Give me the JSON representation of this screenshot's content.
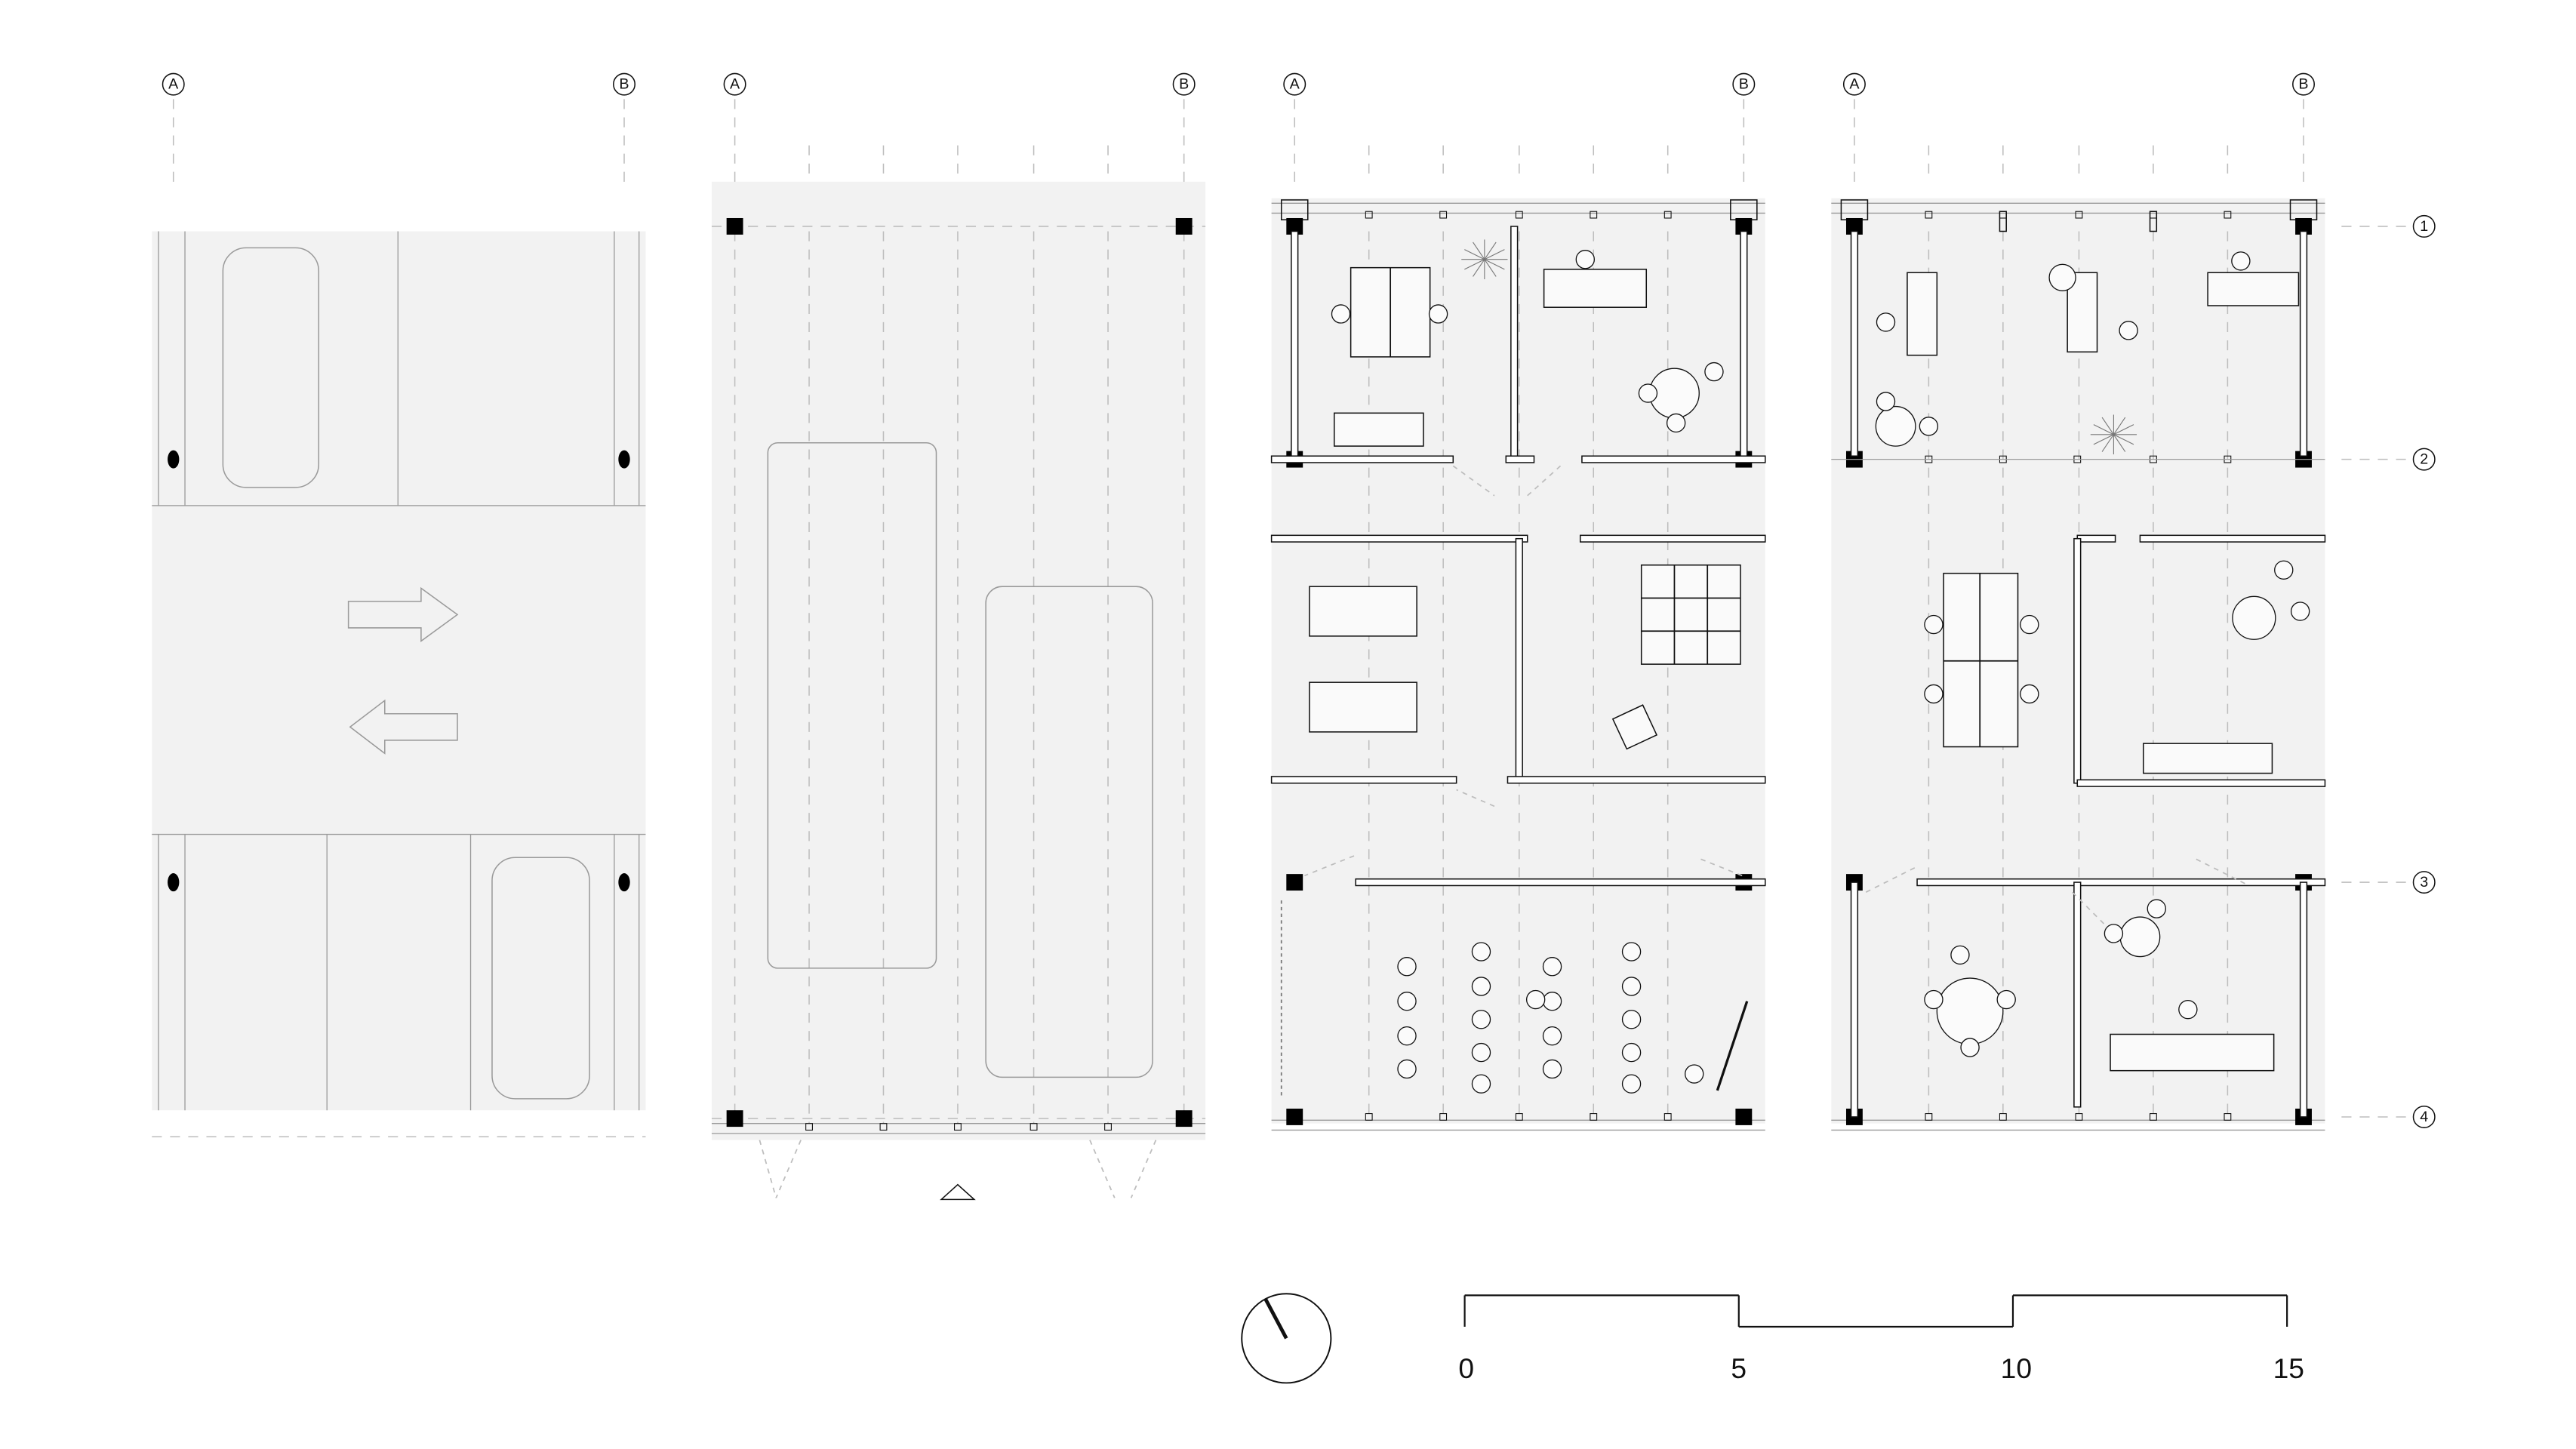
{
  "grid_columns": [
    "A",
    "B"
  ],
  "grid_rows": [
    "1",
    "2",
    "3",
    "4"
  ],
  "scale_bar": {
    "labels": [
      "0",
      "5",
      "10",
      "15"
    ],
    "values": [
      0,
      5,
      10,
      15
    ]
  },
  "north_arrow": {
    "icon": "north-arrow-icon",
    "angle_deg": -28
  },
  "panels": [
    {
      "name": "parking-level-plan"
    },
    {
      "name": "bus-garage-plan"
    },
    {
      "name": "office-floor-plan-1"
    },
    {
      "name": "office-floor-plan-2"
    }
  ],
  "colors": {
    "floor": "#f2f2f2",
    "line": "#111111",
    "light_line": "#9a9a9a",
    "dash": "#bdbdbd"
  }
}
